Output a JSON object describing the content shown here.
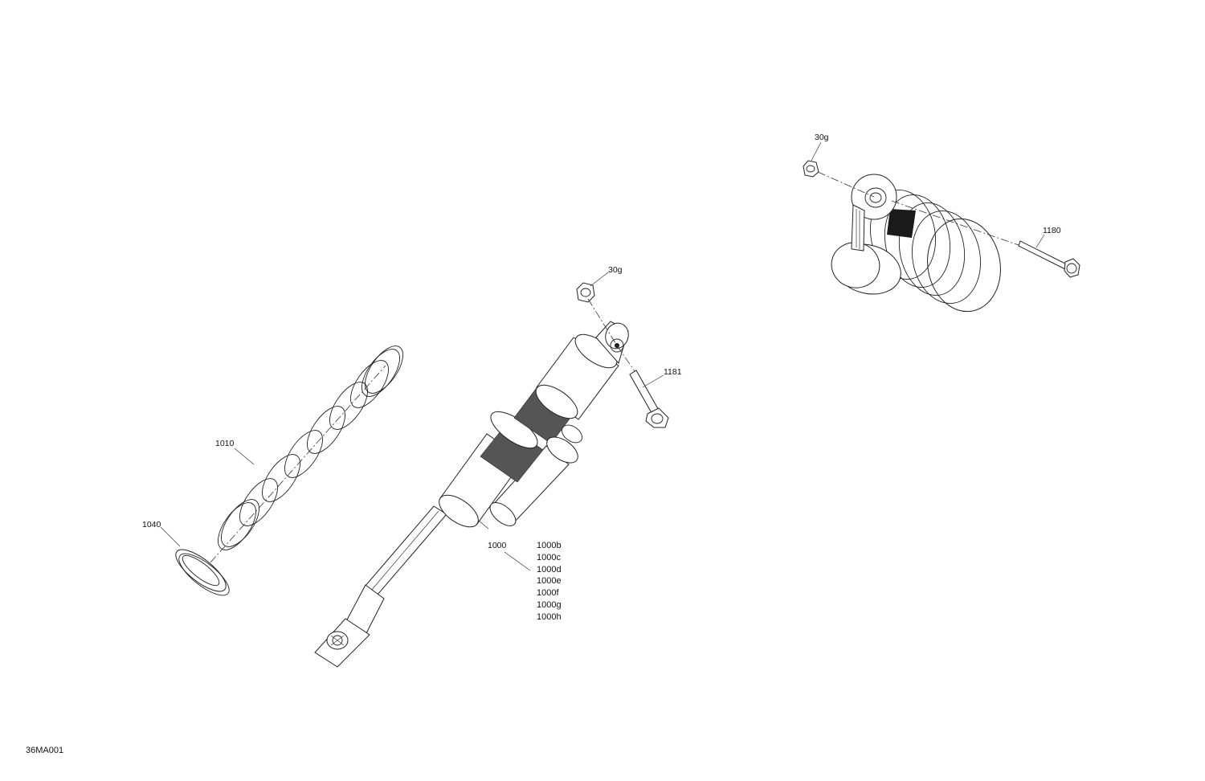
{
  "callouts": {
    "nut_left": "30g",
    "bolt_left": "1181",
    "spring": "1010",
    "spring_seat": "1040",
    "shock": "1000",
    "nut_right": "30g",
    "bolt_right": "1180"
  },
  "shock_subparts": [
    "1000b",
    "1000c",
    "1000d",
    "1000e",
    "1000f",
    "1000g",
    "1000h"
  ],
  "figure_code": "36MA001"
}
